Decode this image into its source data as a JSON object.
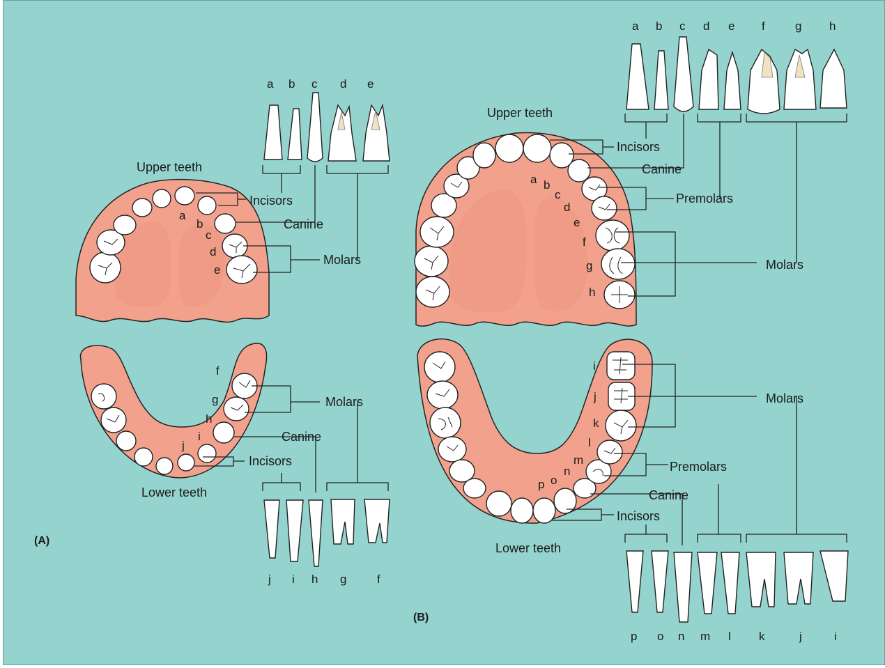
{
  "panel_a": {
    "marker": "(A)",
    "upper_title": "Upper teeth",
    "lower_title": "Lower teeth",
    "upper_callouts": {
      "incisors": "Incisors",
      "canine": "Canine",
      "molars": "Molars"
    },
    "lower_callouts": {
      "molars": "Molars",
      "canine": "Canine",
      "incisors": "Incisors"
    },
    "upper_tooth_letters": [
      "a",
      "b",
      "c",
      "d",
      "e"
    ],
    "lower_tooth_letters": [
      "f",
      "g",
      "h",
      "i",
      "j"
    ],
    "upper_profile_letters": [
      "a",
      "b",
      "c",
      "d",
      "e"
    ],
    "lower_profile_letters": [
      "j",
      "i",
      "h",
      "g",
      "f"
    ]
  },
  "panel_b": {
    "marker": "(B)",
    "upper_title": "Upper teeth",
    "lower_title": "Lower teeth",
    "upper_callouts": {
      "incisors": "Incisors",
      "canine": "Canine",
      "premolars": "Premolars",
      "molars": "Molars"
    },
    "lower_callouts": {
      "molars": "Molars",
      "premolars": "Premolars",
      "canine": "Canine",
      "incisors": "Incisors"
    },
    "upper_tooth_letters": [
      "a",
      "b",
      "c",
      "d",
      "e",
      "f",
      "g",
      "h"
    ],
    "lower_tooth_letters": [
      "i",
      "j",
      "k",
      "l",
      "m",
      "n",
      "o",
      "p"
    ],
    "upper_profile_letters": [
      "a",
      "b",
      "c",
      "d",
      "e",
      "f",
      "g",
      "h"
    ],
    "lower_profile_letters": [
      "p",
      "o",
      "n",
      "m",
      "l",
      "k",
      "j",
      "i"
    ]
  },
  "colors": {
    "background": "#95d4ce",
    "gum": "#f2a28c",
    "palate": "#ec9580",
    "tooth": "#ffffff",
    "pulp": "#f1e3c2"
  }
}
